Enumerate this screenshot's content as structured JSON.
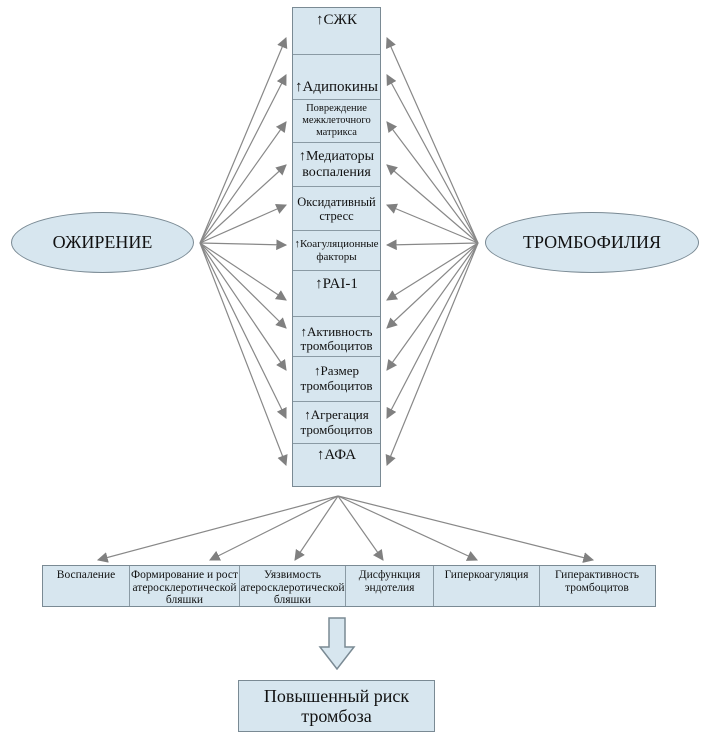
{
  "left_node": {
    "label": "ОЖИРЕНИЕ"
  },
  "right_node": {
    "label": "ТРОМБОФИЛИЯ"
  },
  "factors": [
    {
      "label": "↑СЖК"
    },
    {
      "label": "↑Адипокины"
    },
    {
      "label": "Повреждение межклеточного матрикса"
    },
    {
      "label": "↑Медиаторы воспаления"
    },
    {
      "label": "Оксидативный стресс"
    },
    {
      "label": "↑Коагуляционные факторы"
    },
    {
      "label": "↑PAI-1"
    },
    {
      "label": "↑Активность тромбоцитов"
    },
    {
      "label": "↑Размер тромбоцитов"
    },
    {
      "label": "↑Агрегация тромбоцитов"
    },
    {
      "label": "↑АФА"
    }
  ],
  "effects": [
    {
      "label": "Воспаление"
    },
    {
      "label": "Формирование и рост атеросклеротической бляшки"
    },
    {
      "label": "Уязвимость атеросклеротической бляшки"
    },
    {
      "label": "Дисфункция эндотелия"
    },
    {
      "label": "Гиперкоагуляция"
    },
    {
      "label": "Гиперактивность тромбоцитов"
    }
  ],
  "result": {
    "label": "Повышенный риск тромбоза"
  }
}
